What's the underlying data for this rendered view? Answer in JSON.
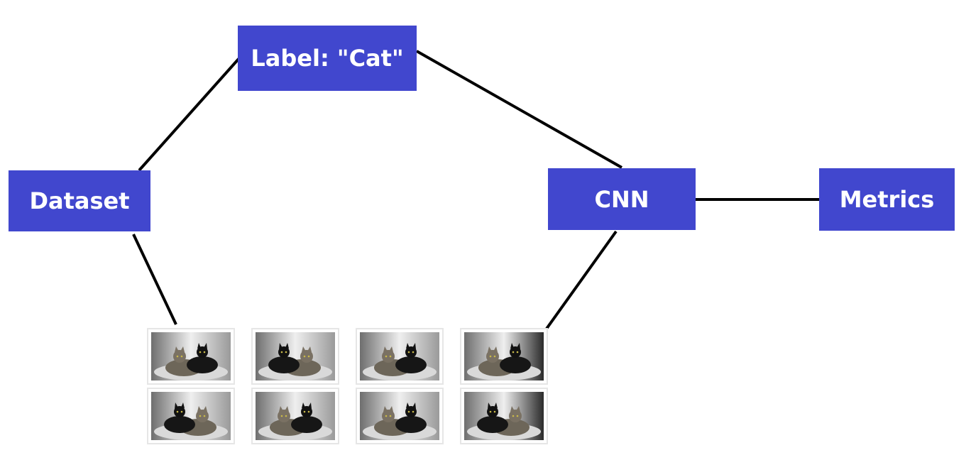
{
  "colors": {
    "node_fill": "#4147CE",
    "node_text": "#FFFFFF",
    "edge": "#000000"
  },
  "nodes": {
    "label": {
      "text": "Label: \"Cat\""
    },
    "dataset": {
      "text": "Dataset"
    },
    "cnn": {
      "text": "CNN"
    },
    "metrics": {
      "text": "Metrics"
    }
  },
  "edges": [
    {
      "from": "dataset",
      "to": "label"
    },
    {
      "from": "label",
      "to": "cnn"
    },
    {
      "from": "cnn",
      "to": "metrics"
    },
    {
      "from": "dataset",
      "to": "image-thumbnails"
    },
    {
      "from": "cnn",
      "to": "image-thumbnails"
    }
  ],
  "thumbnails": {
    "count": 8,
    "subject": "two cats (tabby and black) lying on a cushion",
    "icon": "cat-photo-icon"
  }
}
